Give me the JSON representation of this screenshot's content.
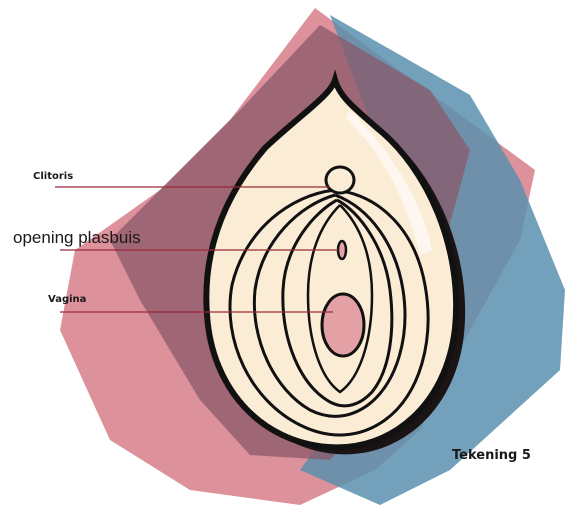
{
  "labels": {
    "clitoris": "Clitoris",
    "urethra_opening": "opening plasbuis",
    "vagina": "Vagina"
  },
  "caption": "Tekening 5",
  "colors": {
    "pink_patch": "#d9858f",
    "blue_patch": "#5b8fae",
    "overlap": "#8a5a6a",
    "organ_fill": "#fbecd6",
    "outline": "#111111",
    "opening_fill": "#e3a1a6",
    "leader_line": "#9a2a3a"
  }
}
